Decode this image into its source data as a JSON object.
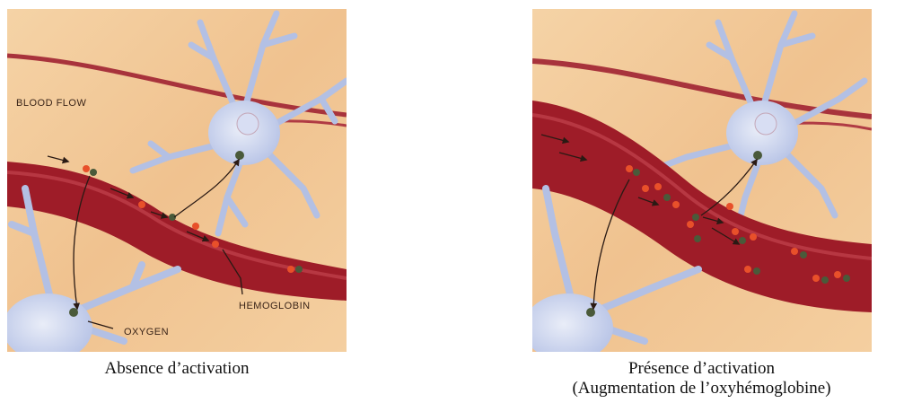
{
  "left_panel": {
    "labels": {
      "blood_flow": "BLOOD FLOW",
      "hemoglobin": "HEMOGLOBIN",
      "oxygen": "OXYGEN"
    },
    "caption": "Absence d’activation"
  },
  "right_panel": {
    "caption_line1": "Présence d’activation",
    "caption_line2": "(Augmentation de l’oxyhémoglobine)"
  },
  "colors": {
    "background": "#f2c89a",
    "vessel": "#9e1c28",
    "neuron": "#c9d4ef",
    "hemoglobin": "#e8502a",
    "oxygen": "#4a5a3a"
  }
}
